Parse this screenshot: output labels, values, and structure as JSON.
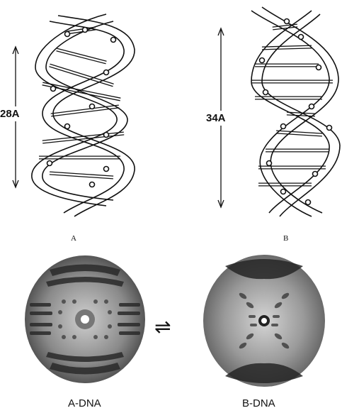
{
  "figure": {
    "helix_a": {
      "letter": "A",
      "length_label": "28A"
    },
    "helix_b": {
      "letter": "B",
      "length_label": "34A"
    },
    "diffraction_a": {
      "caption": "A-DNA"
    },
    "diffraction_b": {
      "caption": "B-DNA"
    },
    "equilibrium_symbol": "⇌"
  },
  "colors": {
    "ink": "#111111",
    "film_dark": "#2a2a2a",
    "film_light": "#d8d8d8"
  }
}
